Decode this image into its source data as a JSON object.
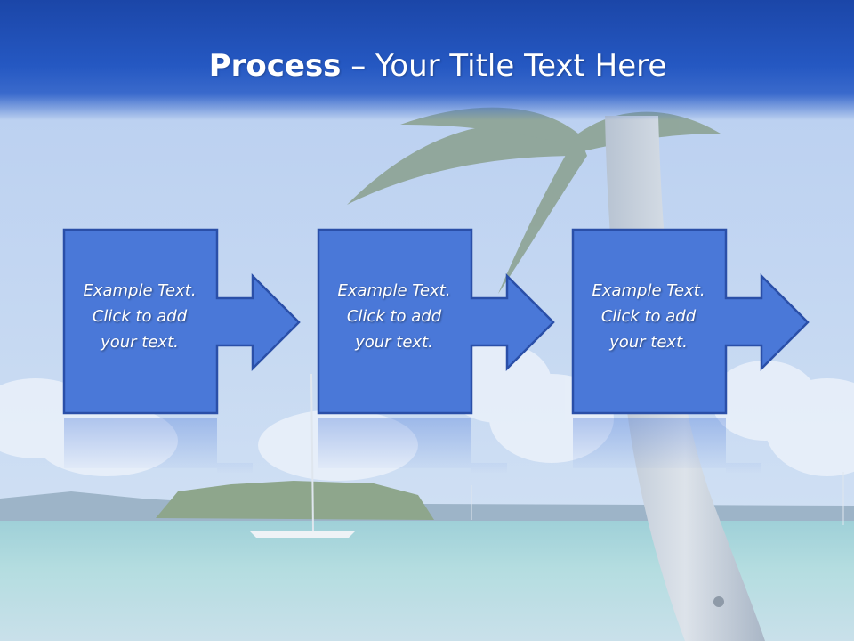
{
  "title": {
    "bold": "Process",
    "rest": " – Your Title Text Here"
  },
  "steps": [
    {
      "text": "Example Text.\nClick  to add\nyour text."
    },
    {
      "text": "Example Text.\nClick  to add\nyour text."
    },
    {
      "text": "Example Text.\nClick  to add\nyour text."
    }
  ],
  "colors": {
    "header": "#2558c2",
    "step_fill": "#4a78d8",
    "step_border": "#2a4fa8",
    "sky": "#c4d7ef",
    "sea": "#a9d6dd"
  }
}
